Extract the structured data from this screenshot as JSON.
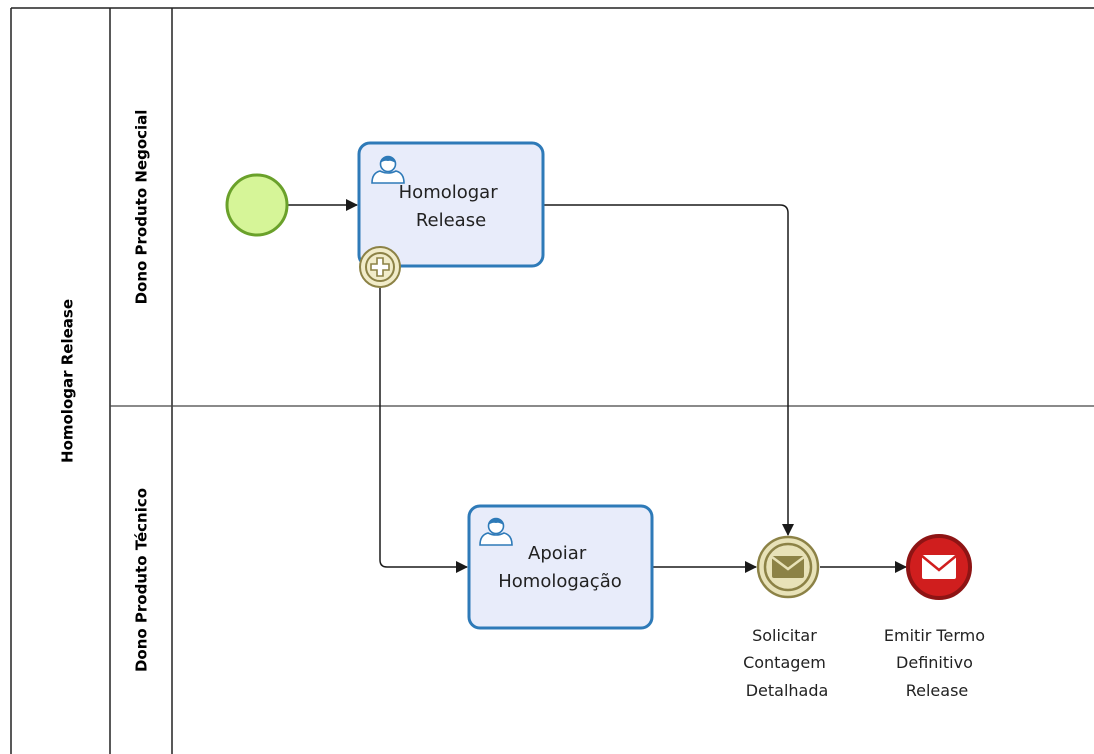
{
  "pool": {
    "name": "Homologar Release"
  },
  "lanes": [
    {
      "name": "Dono Produto Negocial"
    },
    {
      "name": "Dono Produto Técnico"
    }
  ],
  "tasks": {
    "homologar": {
      "line1": "Homologar",
      "line2": "Release",
      "type": "user-task",
      "marker": "parallel-multi-instance"
    },
    "apoiar": {
      "line1": "Apoiar",
      "line2": "Homologação",
      "type": "user-task"
    }
  },
  "events": {
    "start": {
      "type": "start-event"
    },
    "solicitar": {
      "line1": "Solicitar",
      "line2": "Contagem",
      "line3": "Detalhada",
      "type": "intermediate-message-throw"
    },
    "emitir": {
      "line1": "Emitir Termo",
      "line2": "Definitivo",
      "line3": "Release",
      "type": "end-message-event"
    }
  },
  "colors": {
    "task_fill": "#e8ecfa",
    "task_stroke": "#2e7ab8",
    "start_fill": "#d6f598",
    "start_stroke": "#6aa12a",
    "intermediate_fill": "#e8e2b8",
    "intermediate_stroke": "#8c8246",
    "end_fill": "#d01e1e",
    "end_stroke": "#8e1414",
    "flow": "#1a1a1a"
  }
}
